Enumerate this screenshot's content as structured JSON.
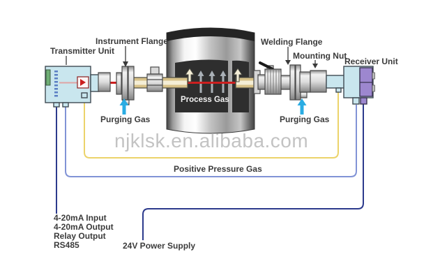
{
  "diagram": {
    "labels": {
      "transmitter": "Transmitter Unit",
      "instrument_flange": "Instrument Flange",
      "welding_flange": "Welding Flange",
      "mounting_nut": "Mounting Nut",
      "receiver": "Receiver Unit",
      "purging_gas_left": "Purging Gas",
      "purging_gas_right": "Purging Gas",
      "process_gas": "Process Gas",
      "positive_pressure_gas": "Positive Pressure Gas",
      "power_supply": "24V Power Supply"
    },
    "io_lines": [
      "4-20mA Input",
      "4-20mA Output",
      "Relay Output",
      "RS485"
    ],
    "watermark": "njklsk.en.alibaba.com",
    "colors": {
      "unit_fill": "#c9e6ee",
      "panel_purple": "#9d87cf",
      "laser_red": "#cc1f1f",
      "purge_cyan": "#2aace3",
      "gas_yellow": "#ecd36a",
      "signal_blue": "#8193d6",
      "power_navy": "#2c3a8c",
      "connector_green": "#6fae75"
    }
  }
}
